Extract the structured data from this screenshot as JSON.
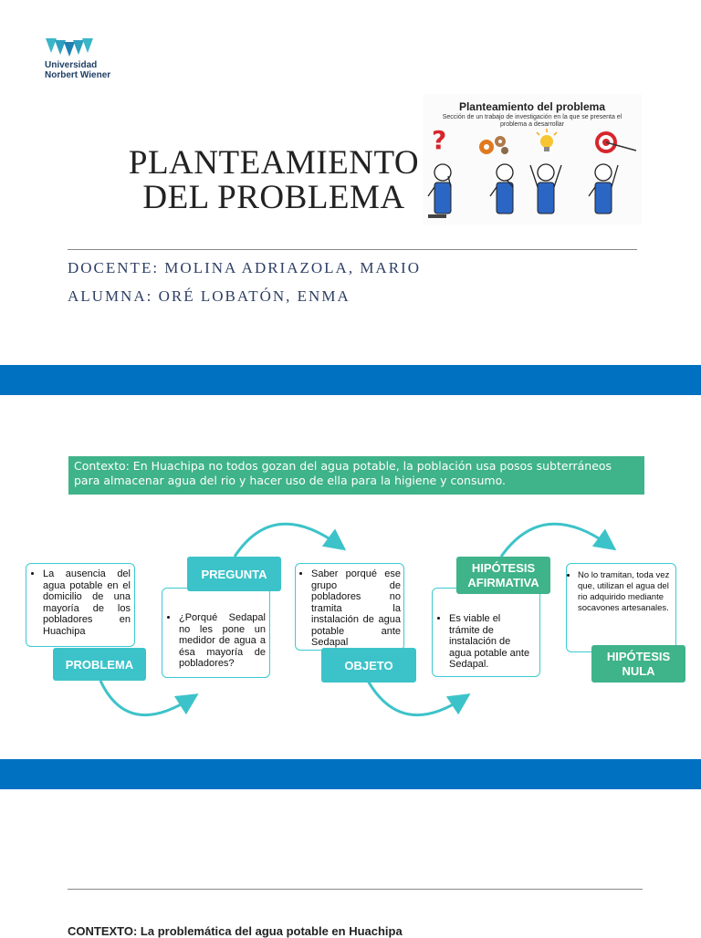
{
  "logo": {
    "line1": "Universidad",
    "line2": "Norbert Wiener"
  },
  "title": {
    "line1": "PLANTEAMIENTO",
    "line2": "DEL PROBLEMA"
  },
  "infographic": {
    "title": "Planteamiento del problema",
    "subtitle_line1": "Sección de un trabajo de investigación en la que se presenta el",
    "subtitle_line2": "problema a desarrollar",
    "question_glyph": "?"
  },
  "people": {
    "docente": "DOCENTE: MOLINA ADRIAZOLA, MARIO",
    "alumna": "ALUMNA: ORÉ LOBATÓN, ENMA"
  },
  "context": {
    "line1": "Contexto: En Huachipa no todos gozan del agua potable, la población usa posos subterráneos",
    "line2": "para almacenar agua del rio y hacer uso de ella para la higiene y consumo."
  },
  "diagram": {
    "problema": {
      "label": "PROBLEMA",
      "text": "La ausencia del agua potable en el domicilio de una mayoría de los pobladores en Huachipa"
    },
    "pregunta": {
      "label": "PREGUNTA",
      "text": "¿Porqué Sedapal no les pone un medidor de agua a ésa mayoría de pobladores?"
    },
    "objeto": {
      "label": "OBJETO",
      "text": "Saber porqué ese grupo de pobladores no tramita la instalación de agua potable ante Sedapal"
    },
    "hipotesis_afirmativa": {
      "label_line1": "HIPÓTESIS",
      "label_line2": "AFIRMATIVA",
      "text": "Es viable el trámite de instalación de agua potable ante Sedapal."
    },
    "hipotesis_nula": {
      "label_line1": "HIPÓTESIS",
      "label_line2": "NULA",
      "text": "No lo tramitan, toda vez que, utilizan el agua del rio adquirido mediante socavones artesanales."
    }
  },
  "bottom": {
    "text": "CONTEXTO: La problemática del agua potable en Huachipa"
  },
  "colors": {
    "band": "#0071c1",
    "teal": "#3cc3c9",
    "green": "#3fb38a",
    "navy": "#2e3f64"
  }
}
